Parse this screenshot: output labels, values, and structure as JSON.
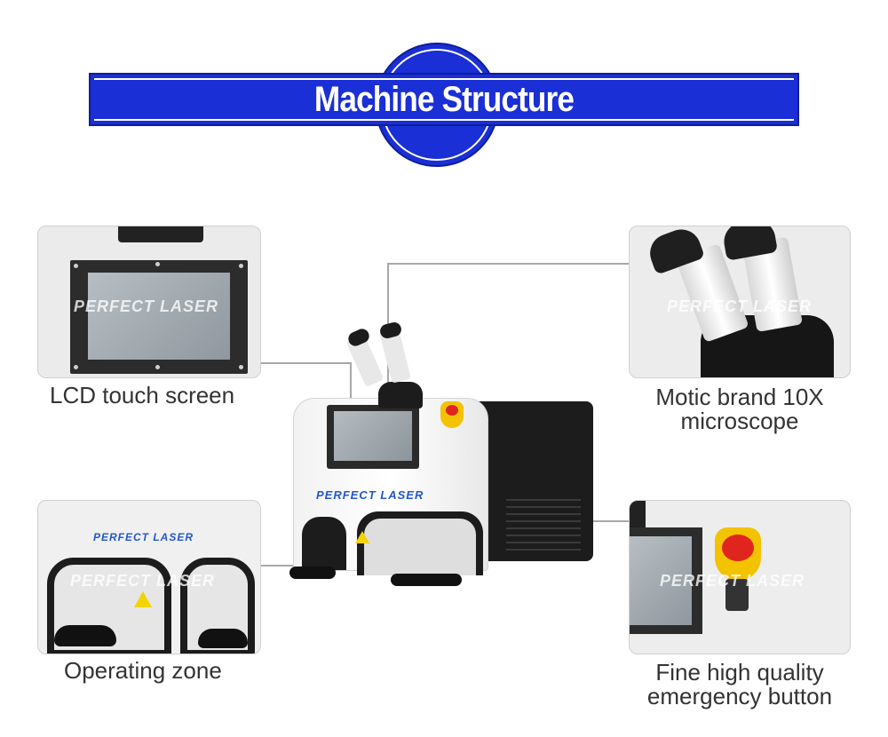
{
  "header": {
    "title": "Machine Structure"
  },
  "features": {
    "lcd": {
      "caption": "LCD touch screen",
      "watermark": "PERFECT LASER"
    },
    "microscope": {
      "caption_line1": "Motic brand 10X",
      "caption_line2": "microscope",
      "watermark": "PERFECT LASER"
    },
    "operating": {
      "caption": "Operating zone",
      "logo": "PERFECT LASER",
      "watermark": "PERFECT LASER"
    },
    "emergency": {
      "caption_line1": "Fine high quality",
      "caption_line2": "emergency button",
      "watermark": "PERFECT LASER"
    }
  },
  "machine": {
    "logo": "PERFECT LASER"
  },
  "colors": {
    "banner_blue": "#1a2fd6",
    "brand_blue": "#2457c9",
    "estop_yellow": "#f3c200",
    "estop_red": "#e0251f"
  }
}
